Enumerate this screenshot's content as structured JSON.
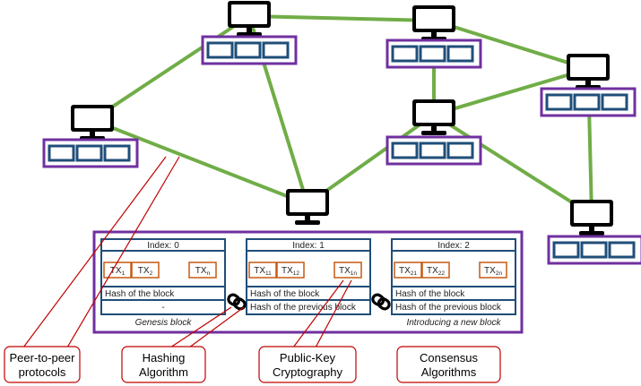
{
  "colors": {
    "link": "#70ad47",
    "ledger_border": "#7030a0",
    "slot": "#1f4e79",
    "block_border": "#1f4e79",
    "tx_border": "#c55a11",
    "callout": "#c00000",
    "chain": "#000000"
  },
  "icons": {
    "node": "computer-monitor-icon",
    "chain": "chain-link-icon"
  },
  "blocks": [
    {
      "index_label": "Index: 0",
      "transactions": [
        {
          "main": "TX",
          "sub": "1"
        },
        {
          "main": "TX",
          "sub": "2"
        },
        {
          "main": "TX",
          "sub": "n"
        }
      ],
      "hash_label": "Hash of the block",
      "prev_hash_label": "-",
      "caption": "Genesis block"
    },
    {
      "index_label": "Index: 1",
      "transactions": [
        {
          "main": "TX",
          "sub": "11"
        },
        {
          "main": "TX",
          "sub": "12"
        },
        {
          "main": "TX",
          "sub": "1n"
        }
      ],
      "hash_label": "Hash of the block",
      "prev_hash_label": "Hash of the previous block",
      "caption": ""
    },
    {
      "index_label": "Index: 2",
      "transactions": [
        {
          "main": "TX",
          "sub": "21"
        },
        {
          "main": "TX",
          "sub": "22"
        },
        {
          "main": "TX",
          "sub": "2n"
        }
      ],
      "hash_label": "Hash of the block",
      "prev_hash_label": "Hash of the previous block",
      "caption": "Introducing a new block"
    }
  ],
  "callouts": [
    {
      "lines": [
        "Peer-to-peer",
        "protocols"
      ]
    },
    {
      "lines": [
        "Hashing",
        "Algorithm"
      ]
    },
    {
      "lines": [
        "Public-Key",
        "Cryptography"
      ]
    },
    {
      "lines": [
        "Consensus",
        "Algorithms"
      ]
    }
  ]
}
